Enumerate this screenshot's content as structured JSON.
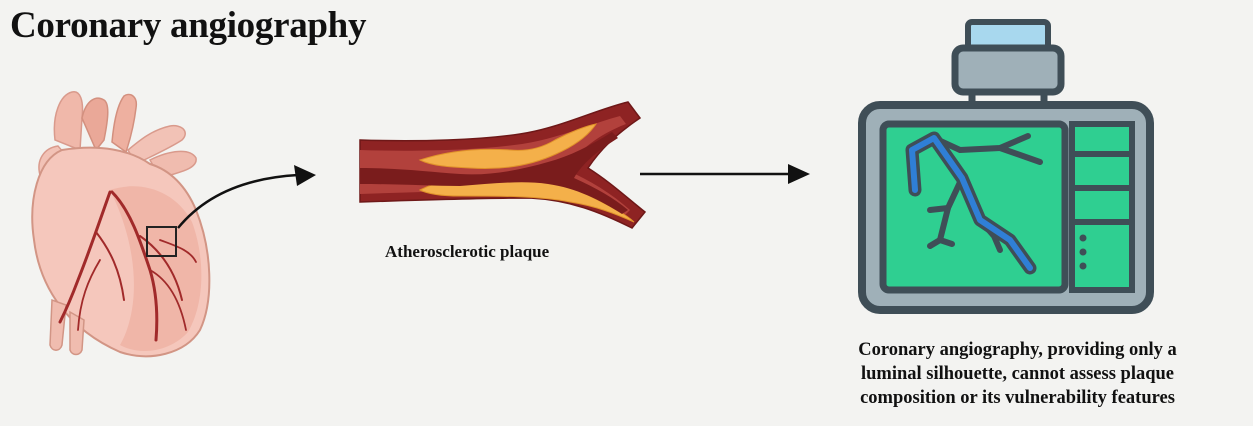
{
  "title": "Coronary angiography",
  "plaque_label": "Atherosclerotic plaque",
  "caption_lines": [
    "Coronary angiography, providing only a",
    "luminal silhouette, cannot assess plaque",
    "composition or its vulnerability features"
  ],
  "icons": {
    "heart": "heart-illustration",
    "vessel": "artery-plaque-section",
    "monitor": "angiography-monitor"
  },
  "colors": {
    "background": "#f3f3f1",
    "screen": "#2fcf91",
    "vessel_trace": "#2f7fd6",
    "frame": "#3f4e57",
    "plaque": "#f4b04a",
    "artery": "#9c2a28"
  }
}
